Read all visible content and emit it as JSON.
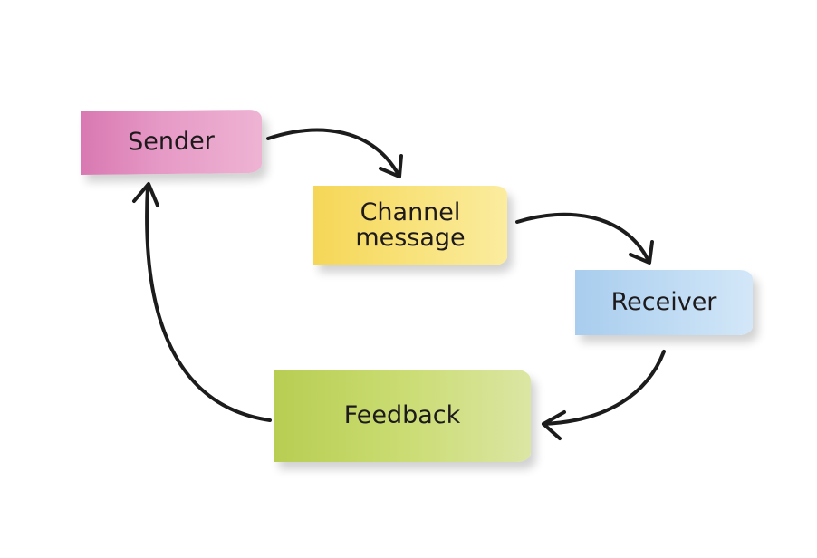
{
  "diagram": {
    "type": "cycle",
    "nodes": [
      {
        "id": "sender",
        "label": "Sender",
        "color": "#e69ac6"
      },
      {
        "id": "channel",
        "label": "Channel\nmessage",
        "lines": [
          "Channel",
          "message"
        ],
        "color": "#f8e27a"
      },
      {
        "id": "receiver",
        "label": "Receiver",
        "color": "#bddaf3"
      },
      {
        "id": "feedback",
        "label": "Feedback",
        "color": "#cadc72"
      }
    ],
    "edges": [
      {
        "from": "sender",
        "to": "channel"
      },
      {
        "from": "channel",
        "to": "receiver"
      },
      {
        "from": "receiver",
        "to": "feedback"
      },
      {
        "from": "feedback",
        "to": "sender"
      }
    ],
    "arrow_color": "#1c1c1c"
  }
}
